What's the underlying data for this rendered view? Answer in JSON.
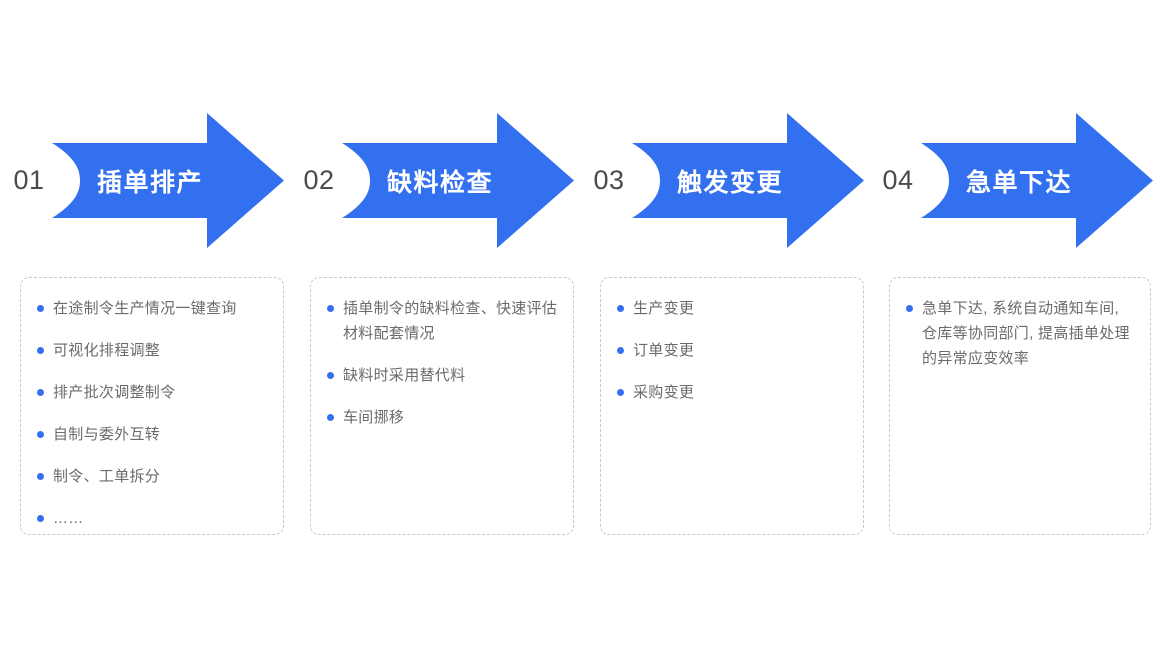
{
  "theme": {
    "arrow_color": "#3370F0",
    "bullet_color": "#3370F0",
    "number_color": "#4b4b4b",
    "text_color": "#6b6b6b",
    "card_border_color": "#c9c9c9",
    "background": "#ffffff"
  },
  "steps": [
    {
      "number": "01",
      "label": "插单排产",
      "bullets": [
        "在途制令生产情况一键查询",
        "可视化排程调整",
        "排产批次调整制令",
        "自制与委外互转",
        "制令、工单拆分",
        "……"
      ]
    },
    {
      "number": "02",
      "label": "缺料检查",
      "bullets": [
        "插单制令的缺料检查、快速评估材料配套情况",
        "缺料时采用替代料",
        "车间挪移"
      ]
    },
    {
      "number": "03",
      "label": "触发变更",
      "bullets": [
        "生产变更",
        "订单变更",
        "采购变更"
      ]
    },
    {
      "number": "04",
      "label": "急单下达",
      "bullets": [
        "急单下达, 系统自动通知车间, 仓库等协同部门, 提高插单处理的异常应变效率"
      ]
    }
  ]
}
